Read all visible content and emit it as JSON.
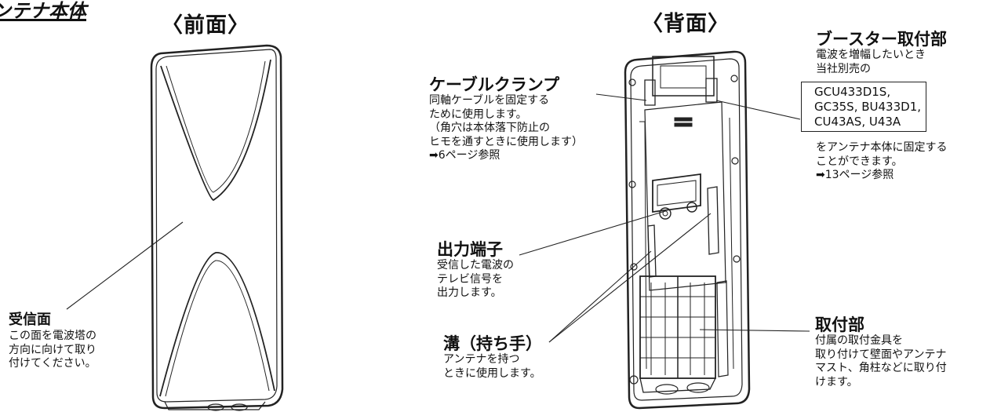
{
  "section_title": "ンテナ本体",
  "front": {
    "title": "〈前面〉",
    "receiving_face": {
      "title": "受信面",
      "lines": [
        "この面を電波塔の",
        "方向に向けて取り",
        "付けてください。"
      ]
    }
  },
  "back": {
    "title": "〈背面〉",
    "cable_clamp": {
      "title": "ケーブルクランプ",
      "lines": [
        "同軸ケーブルを固定する",
        "ために使用します。",
        "（角穴は本体落下防止の",
        "ヒモを通すときに使用します）",
        "➡6ページ参照"
      ]
    },
    "output_terminal": {
      "title": "出力端子",
      "lines": [
        "受信した電波の",
        "テレビ信号を",
        "出力します。"
      ]
    },
    "groove": {
      "title": "溝（持ち手）",
      "lines": [
        "アンテナを持つ",
        "ときに使用します。"
      ]
    },
    "booster_mount": {
      "title": "ブースター取付部",
      "lines": [
        "電波を増幅したいとき",
        "当社別売の"
      ],
      "models": [
        "GCU433D1S,",
        "GC35S, BU433D1,",
        "CU43AS, U43A"
      ],
      "lines_after": [
        "をアンテナ本体に固定する",
        "ことができます。",
        "➡13ページ参照"
      ]
    },
    "mount_part": {
      "title": "取付部",
      "lines": [
        "付属の取付金具を",
        "取り付けて壁面やアンテナ",
        "マスト、角柱などに取り付",
        "けます。"
      ]
    }
  }
}
